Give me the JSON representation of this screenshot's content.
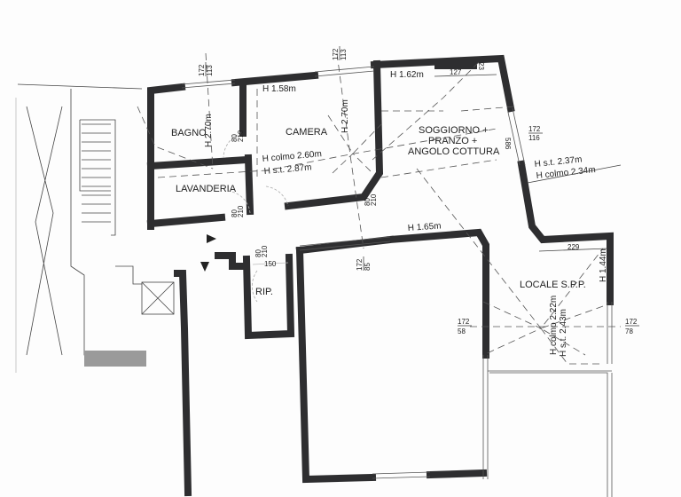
{
  "rooms": {
    "bagno": "BAGNO",
    "camera": "CAMERA",
    "lavanderia": "LAVANDERIA",
    "soggiorno_1": "SOGGIORNO +",
    "soggiorno_2": "PRANZO +",
    "soggiorno_3": "ANGOLO COTTURA",
    "rip": "RIP.",
    "locale": "LOCALE S.P.P."
  },
  "heights": {
    "camera_h": "H 1.58m",
    "camera_center": "H 2.70m",
    "bagno_center": "H 2.70m",
    "camera_colmo": "H colmo 2.60m",
    "camera_st": "H s.t. 2.87m",
    "soggiorno_h": "H 1.62m",
    "soggiorno_st": "H s.t. 2.37m",
    "soggiorno_colmo": "H colmo 2.34m",
    "lower_h": "H 1.65m",
    "locale_h": "H 1.44m",
    "locale_colmo": "H colmo 2.22m",
    "locale_st": "H s.t. 2.43m"
  },
  "dimensions": {
    "win_bagno": {
      "top": "172",
      "bottom": "113"
    },
    "win_camera": {
      "top": "172",
      "bottom": "113"
    },
    "win_soggiorno": {
      "top": "172",
      "bottom": "116"
    },
    "win_lower": {
      "top": "172",
      "bottom": "85"
    },
    "win_locale_left": {
      "top": "172",
      "bottom": "58"
    },
    "win_locale_right": {
      "top": "172",
      "bottom": "78"
    },
    "door_bagno": {
      "top": "80",
      "bottom": "210"
    },
    "door_lavanderia": {
      "top": "80",
      "bottom": "210"
    },
    "door_camera": {
      "top": "80",
      "bottom": "210"
    },
    "door_rip": {
      "top": "80",
      "bottom": "210"
    },
    "soggiorno_width": "127",
    "soggiorno_small": "23",
    "soggiorno_side": "586",
    "locale_width": "229",
    "rip_width": "150"
  }
}
